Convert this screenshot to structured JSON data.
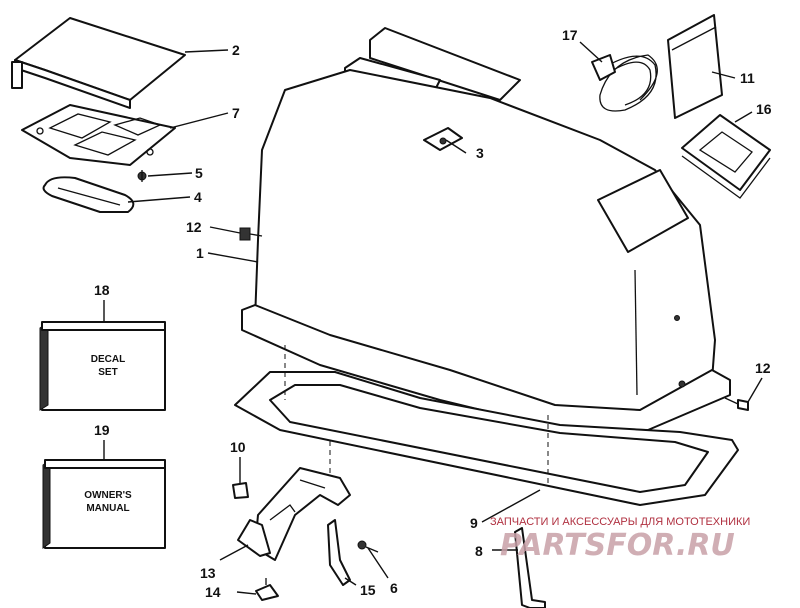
{
  "callouts": {
    "c1": "1",
    "c2": "2",
    "c3": "3",
    "c4": "4",
    "c5": "5",
    "c6": "6",
    "c7": "7",
    "c8": "8",
    "c9": "9",
    "c10": "10",
    "c11": "11",
    "c12a": "12",
    "c12b": "12",
    "c13": "13",
    "c14": "14",
    "c15": "15",
    "c16": "16",
    "c17": "17",
    "c18": "18",
    "c19": "19"
  },
  "boxes": {
    "decal_line1": "DECAL",
    "decal_line2": "SET",
    "manual_line1": "OWNER'S",
    "manual_line2": "MANUAL"
  },
  "watermark": {
    "caption": "ЗАПЧАСТИ И АКСЕССУАРЫ ДЛЯ МОТОТЕХНИКИ",
    "logo": "PARTSFOR.RU"
  }
}
